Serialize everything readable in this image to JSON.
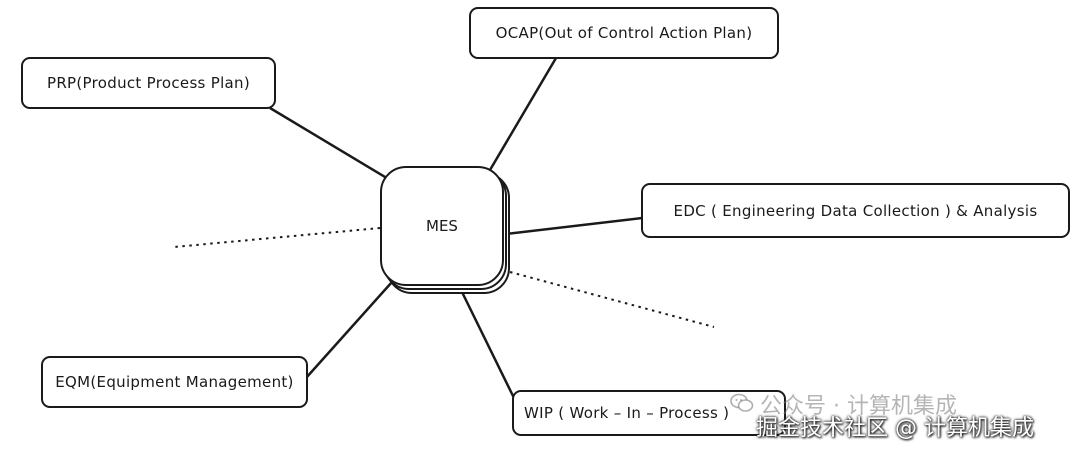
{
  "diagram": {
    "center": {
      "label": "MES"
    },
    "nodes": [
      {
        "id": "ocap",
        "label": "OCAP(Out of Control Action Plan)"
      },
      {
        "id": "prp",
        "label": "PRP(Product Process Plan)"
      },
      {
        "id": "edc",
        "label": "EDC ( Engineering Data Collection ) & Analysis"
      },
      {
        "id": "eqm",
        "label": "EQM(Equipment Management)"
      },
      {
        "id": "wip",
        "label": "WIP ( Work – In – Process )"
      }
    ]
  },
  "watermark": {
    "top": "公众号 · 计算机集成",
    "bottom": "掘金技术社区 @ 计算机集成"
  }
}
